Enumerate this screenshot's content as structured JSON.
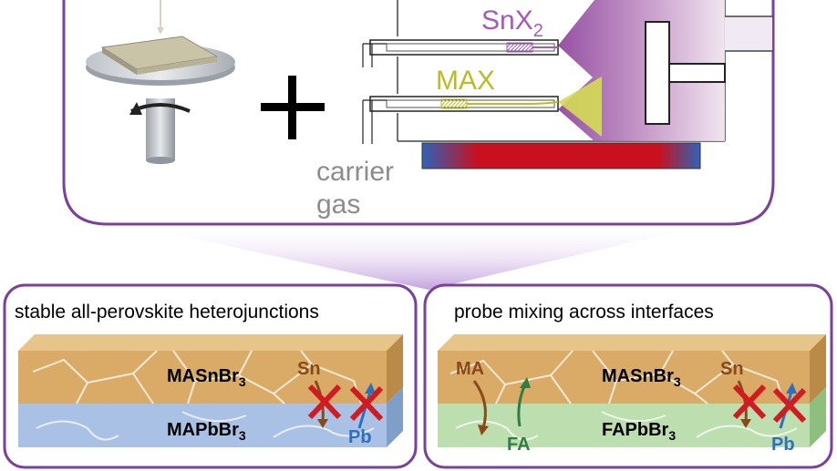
{
  "top": {
    "precursor_1": {
      "text": "SnX",
      "sub": "2"
    },
    "precursor_2": {
      "text": "MAX"
    },
    "carrier_gas": {
      "line1": "carrier",
      "line2": "gas"
    },
    "plus": "+"
  },
  "panels": [
    {
      "title": "stable all-perovskite heterojunctions",
      "top_layer": {
        "text": "MASnBr",
        "sub": "3"
      },
      "bottom_layer": {
        "text": "MAPbBr",
        "sub": "3"
      },
      "ion_top": "Sn",
      "ion_bottom": "Pb"
    },
    {
      "title": "probe mixing across interfaces",
      "ion_left_top": "MA",
      "ion_left_bottom": "FA",
      "top_layer": {
        "text": "MASnBr",
        "sub": "3"
      },
      "bottom_layer": {
        "text": "FAPbBr",
        "sub": "3"
      },
      "ion_top": "Sn",
      "ion_bottom": "Pb"
    }
  ],
  "colors": {
    "frame": "#7b3fa0",
    "precursor_1": "#a35bb8",
    "precursor_2": "#b9bd24",
    "perovskite_top": "#d9ab66",
    "mapbbr3": "#a9c1e4",
    "fapbbr3": "#bddfb0",
    "cross": "#d01b20",
    "arrow_brown": "#8a4a18",
    "ion_blue": "#2e6fc0",
    "arrow_green": "#2f7d46"
  }
}
